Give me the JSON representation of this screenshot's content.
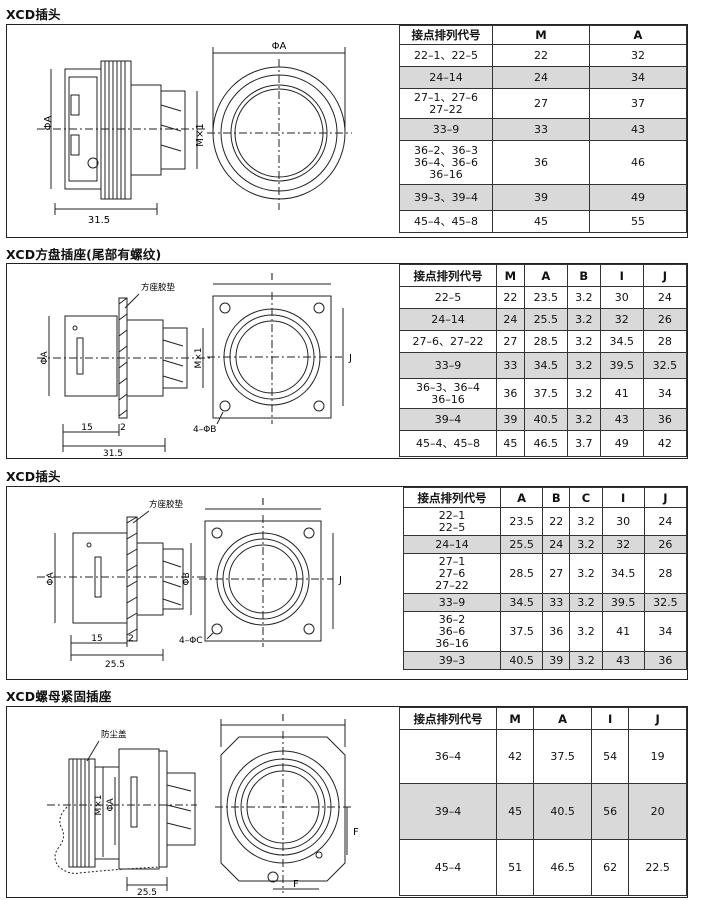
{
  "sections": [
    {
      "title": "XCD插头",
      "drawing": {
        "dims": [
          "ΦA",
          "M×1",
          "31.5"
        ]
      },
      "headers": [
        "接点排列代号",
        "M",
        "A"
      ],
      "rows": [
        [
          "22–1、22–5",
          "22",
          "32"
        ],
        [
          "24–14",
          "24",
          "34"
        ],
        [
          "27–1、27–6\n27–22",
          "27",
          "37"
        ],
        [
          "33–9",
          "33",
          "43"
        ],
        [
          "36–2、36–3\n36–4、36–6\n36–16",
          "36",
          "46"
        ],
        [
          "39–3、39–4",
          "39",
          "49"
        ],
        [
          "45–4、45–8",
          "45",
          "55"
        ]
      ]
    },
    {
      "title": "XCD方盘插座(尾部有螺纹)",
      "drawing": {
        "dims": [
          "方座胶垫",
          "ΦA",
          "M×1",
          "15",
          "2",
          "31.5",
          "I",
          "J",
          "4–ΦB"
        ]
      },
      "headers": [
        "接点排列代号",
        "M",
        "A",
        "B",
        "I",
        "J"
      ],
      "rows": [
        [
          "22–5",
          "22",
          "23.5",
          "3.2",
          "30",
          "24"
        ],
        [
          "24–14",
          "24",
          "25.5",
          "3.2",
          "32",
          "26"
        ],
        [
          "27–6、27–22",
          "27",
          "28.5",
          "3.2",
          "34.5",
          "28"
        ],
        [
          "33–9",
          "33",
          "34.5",
          "3.2",
          "39.5",
          "32.5"
        ],
        [
          "36–3、36–4\n36–16",
          "36",
          "37.5",
          "3.2",
          "41",
          "34"
        ],
        [
          "39–4",
          "39",
          "40.5",
          "3.2",
          "43",
          "36"
        ],
        [
          "45–4、45–8",
          "45",
          "46.5",
          "3.7",
          "49",
          "42"
        ]
      ]
    },
    {
      "title": "XCD插头",
      "drawing": {
        "dims": [
          "方座胶垫",
          "ΦA",
          "ΦB",
          "15",
          "2",
          "25.5",
          "I",
          "J",
          "4–ΦC"
        ]
      },
      "headers": [
        "接点排列代号",
        "A",
        "B",
        "C",
        "I",
        "J"
      ],
      "rows": [
        [
          "22–1\n22–5",
          "23.5",
          "22",
          "3.2",
          "30",
          "24"
        ],
        [
          "24–14",
          "25.5",
          "24",
          "3.2",
          "32",
          "26"
        ],
        [
          "27–1\n27–6\n27–22",
          "28.5",
          "27",
          "3.2",
          "34.5",
          "28"
        ],
        [
          "33–9",
          "34.5",
          "33",
          "3.2",
          "39.5",
          "32.5"
        ],
        [
          "36–2\n36–6\n36–16",
          "37.5",
          "36",
          "3.2",
          "41",
          "34"
        ],
        [
          "39–3",
          "40.5",
          "39",
          "3.2",
          "43",
          "36"
        ]
      ]
    },
    {
      "title": "XCD螺母紧固插座",
      "drawing": {
        "dims": [
          "防尘盖",
          "M×1",
          "ΦA",
          "25.5",
          "I",
          "F",
          "F"
        ]
      },
      "headers": [
        "接点排列代号",
        "M",
        "A",
        "I",
        "J"
      ],
      "rows": [
        [
          "36–4",
          "42",
          "37.5",
          "54",
          "19"
        ],
        [
          "39–4",
          "45",
          "40.5",
          "56",
          "20"
        ],
        [
          "45–4",
          "51",
          "46.5",
          "62",
          "22.5"
        ]
      ]
    }
  ]
}
